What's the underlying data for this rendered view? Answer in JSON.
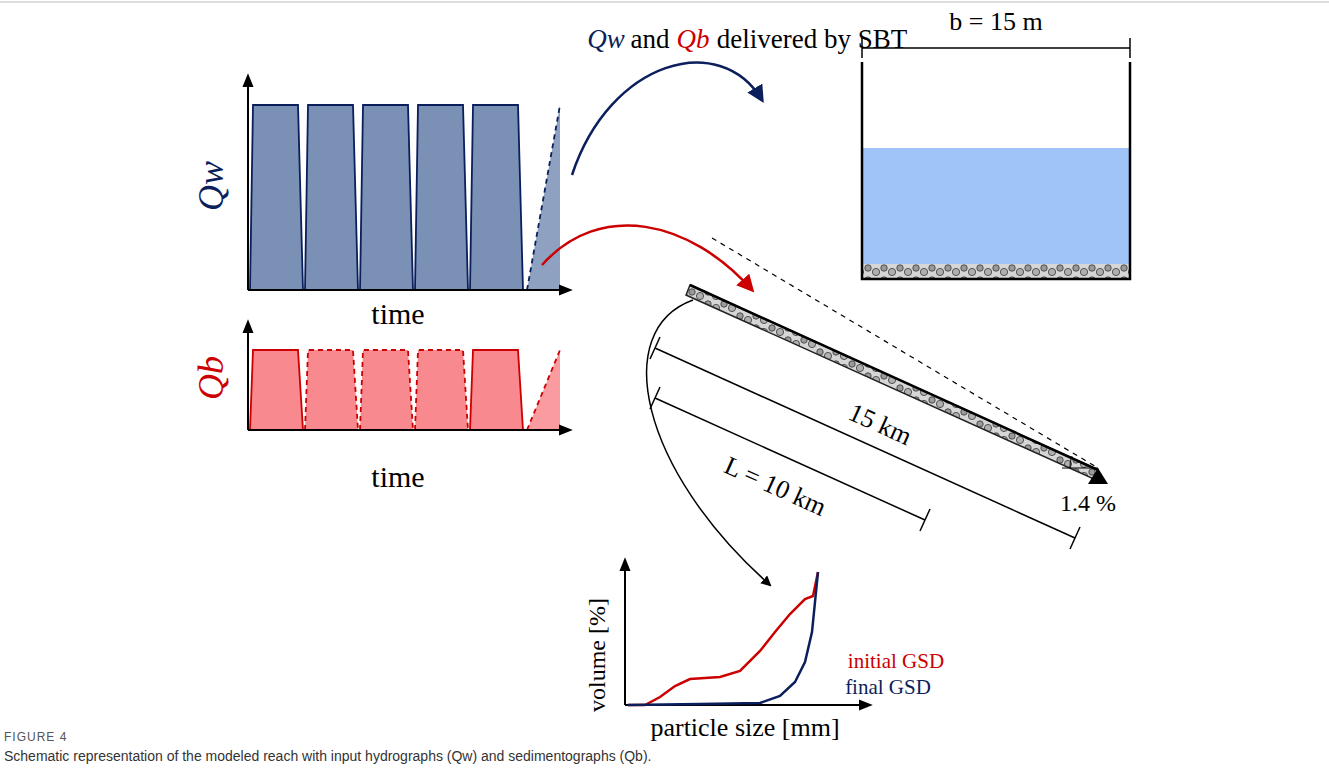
{
  "diagram": {
    "caption": "Schematic representation of the modeled reach with input hydrographs (Qw) and sedimentographs (Qb).",
    "labels": [
      "Qw",
      "and",
      "Qb",
      "delivered by SBT",
      "b = 15 m",
      "Qw",
      "time",
      "Qb",
      "time",
      "15 km",
      "L = 10 km",
      "1.4 %",
      "volume [%]",
      "particle size [mm]",
      "initial GSD",
      "final GSD",
      "FIGURE 4"
    ]
  }
}
